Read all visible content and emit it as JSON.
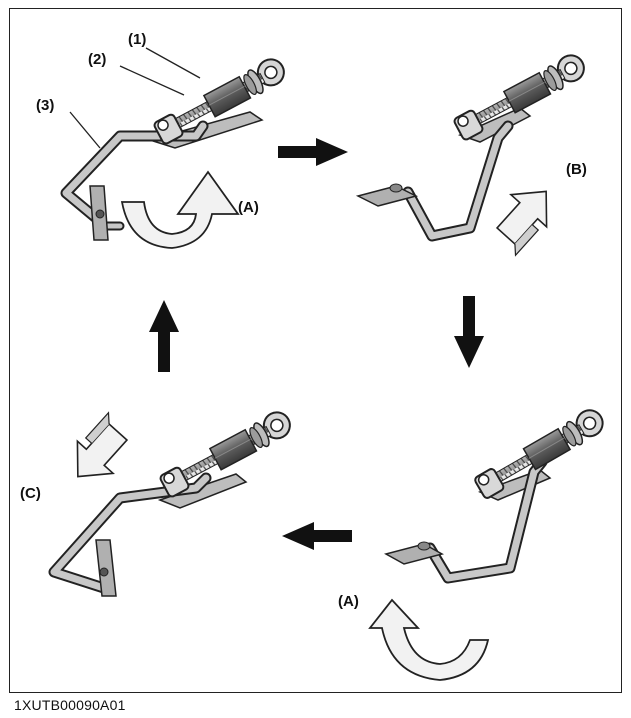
{
  "figure": {
    "caption": "1XUTB00090A01",
    "labels": {
      "l1": "(1)",
      "l2": "(2)",
      "l3": "(3)",
      "a_top": "(A)",
      "b": "(B)",
      "a_bottom": "(A)",
      "c": "(C)"
    }
  },
  "colors": {
    "metal_light": "#c8c8c8",
    "metal_mid": "#a8a8a8",
    "metal_dark": "#6c6c6c",
    "outline": "#222222",
    "arrow_fill": "#f2f2f2",
    "flow_arrow": "#111111"
  }
}
